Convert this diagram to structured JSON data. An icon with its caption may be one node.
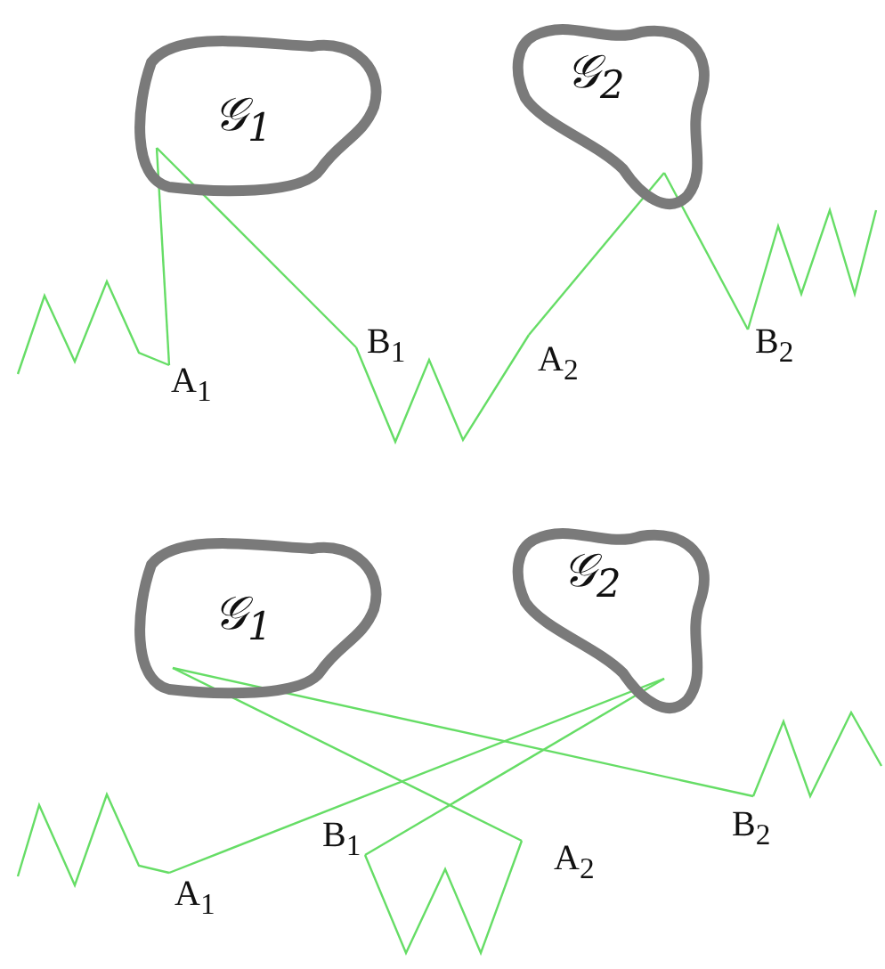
{
  "diagram": {
    "nodes": [
      {
        "text": [
          "𝒢$_{1}$"
        ]
      },
      {
        "text": [
          "𝒢$_{2}$"
        ]
      },
      {
        "text": [
          "A$_{1}$"
        ]
      },
      {
        "text": [
          "B$_{1}$"
        ]
      },
      {
        "text": [
          "A$_{2}$"
        ]
      },
      {
        "text": [
          "B$_{2}$"
        ]
      },
      {
        "text": [
          "𝒢$_{1}$"
        ]
      },
      {
        "text": [
          "𝒢$_{2}$"
        ]
      },
      {
        "text": [
          "A$_{1}$"
        ]
      },
      {
        "text": [
          "B$_{1}$"
        ]
      },
      {
        "text": [
          "A$_{2}$"
        ]
      },
      {
        "text": [
          "B$_{2}$"
        ]
      }
    ],
    "edges": [
      {
        "from": null,
        "to": 2,
        "arrow": "none"
      },
      {
        "from": 0,
        "to": 2,
        "arrow": "none"
      },
      {
        "from": 0,
        "to": 3,
        "arrow": "none"
      },
      {
        "from": 3,
        "to": 4,
        "arrow": "none"
      },
      {
        "from": 4,
        "to": 1,
        "arrow": "none"
      },
      {
        "from": 1,
        "to": 5,
        "arrow": "none"
      },
      {
        "from": 5,
        "to": null,
        "arrow": "none"
      },
      {
        "from": null,
        "to": 8,
        "arrow": "none"
      },
      {
        "from": 8,
        "to": 7,
        "arrow": "none"
      },
      {
        "from": 9,
        "to": 7,
        "arrow": "none"
      },
      {
        "from": 6,
        "to": 10,
        "arrow": "none"
      },
      {
        "from": 6,
        "to": 11,
        "arrow": "none"
      },
      {
        "from": 9,
        "to": 10,
        "arrow": "none"
      },
      {
        "from": 11,
        "to": null,
        "arrow": "none"
      }
    ]
  }
}
